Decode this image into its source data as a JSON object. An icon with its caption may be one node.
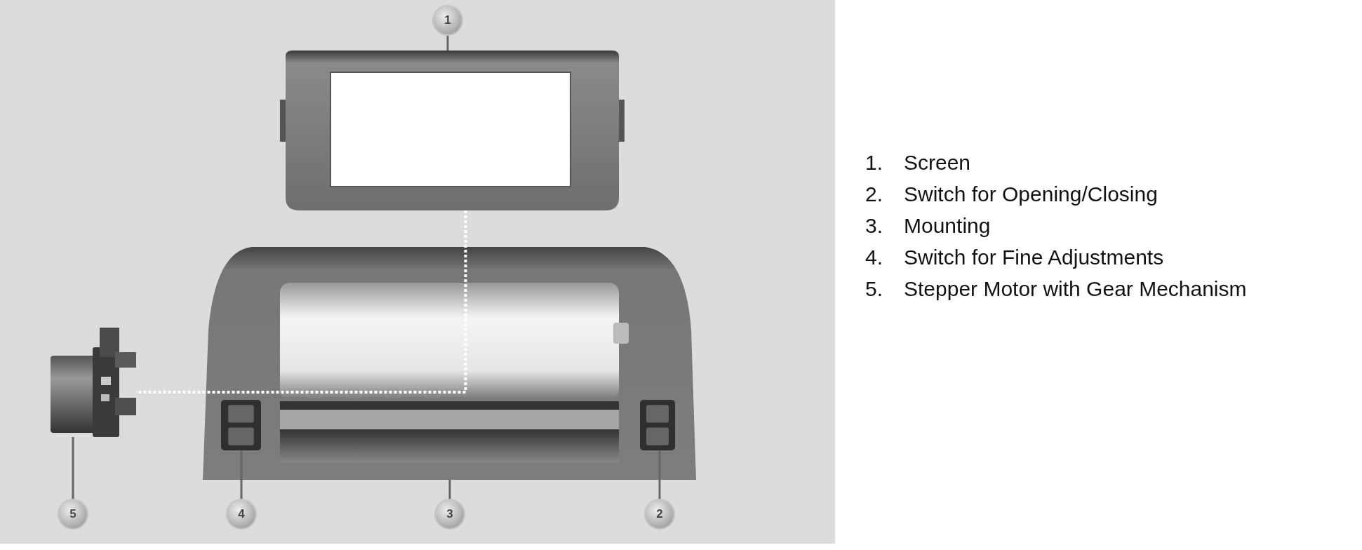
{
  "diagram": {
    "nodes": [
      {
        "text": [
          "1"
        ]
      },
      {
        "text": [],
        "shape": "picture"
      },
      {
        "text": [],
        "shape": "picture"
      },
      {
        "text": [],
        "shape": "picture",
        "in": 2
      },
      {
        "text": [],
        "shape": "picture",
        "in": 2
      },
      {
        "text": [],
        "shape": "picture"
      },
      {
        "text": [
          "5"
        ]
      },
      {
        "text": [
          "4"
        ]
      },
      {
        "text": [
          "3"
        ]
      },
      {
        "text": [
          "2"
        ]
      }
    ],
    "edges": [
      {
        "from": 0,
        "to": 1,
        "arrow": "none"
      },
      {
        "from": 1,
        "to": 5,
        "arrow": "none",
        "style": "dashed",
        "color": "#ffffff"
      },
      {
        "from": 6,
        "to": 5,
        "arrow": "none"
      },
      {
        "from": 7,
        "to": 3,
        "arrow": "none"
      },
      {
        "from": 8,
        "to": 2,
        "arrow": "none"
      },
      {
        "from": 9,
        "to": 4,
        "arrow": "none"
      }
    ],
    "labels": [
      "1.",
      "Screen",
      "2.",
      "Switch for Opening/Closing",
      "3.",
      "Mounting",
      "4.",
      "Switch for Fine Adjustments",
      "5.",
      "Stepper Motor with Gear Mechanism"
    ]
  }
}
